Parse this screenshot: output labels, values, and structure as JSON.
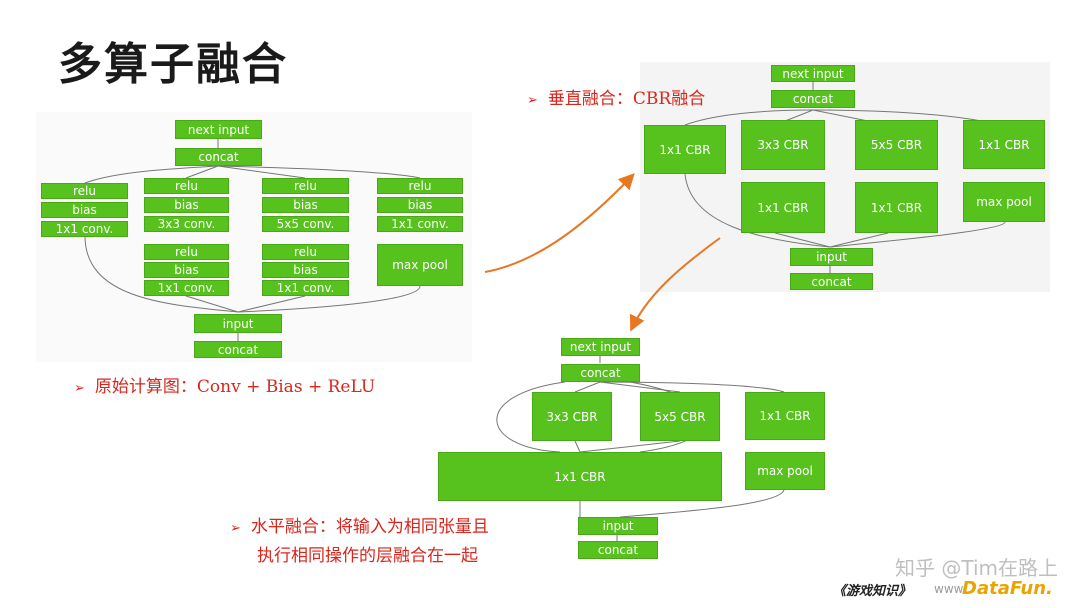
{
  "title": "多算子融合",
  "colors": {
    "box_green": "#57c21e",
    "caption_red": "#d9261c",
    "arrow_orange": "#e87722"
  },
  "left_diagram": {
    "next_input": "next input",
    "concat_top": "concat",
    "col1": [
      "relu",
      "bias",
      "1x1 conv."
    ],
    "col2_upper": [
      "relu",
      "bias",
      "3x3 conv."
    ],
    "col2_lower": [
      "relu",
      "bias",
      "1x1 conv."
    ],
    "col3_upper": [
      "relu",
      "bias",
      "5x5 conv."
    ],
    "col3_lower": [
      "relu",
      "bias",
      "1x1 conv."
    ],
    "col4_upper": [
      "relu",
      "bias",
      "1x1 conv."
    ],
    "col4_pool": "max pool",
    "input": "input",
    "concat_bottom": "concat"
  },
  "right_diagram": {
    "next_input": "next input",
    "concat_top": "concat",
    "row1": [
      "1x1 CBR",
      "3x3 CBR",
      "5x5 CBR",
      "1x1 CBR"
    ],
    "row2": [
      "1x1 CBR",
      "1x1 CBR",
      "max pool"
    ],
    "input": "input",
    "concat_bottom": "concat"
  },
  "bottom_diagram": {
    "next_input": "next input",
    "concat_top": "concat",
    "cbr_3x3": "3x3 CBR",
    "cbr_5x5": "5x5 CBR",
    "cbr_1x1_right": "1x1 CBR",
    "wide_cbr": "1x1 CBR",
    "max_pool": "max pool",
    "input": "input",
    "concat_bottom": "concat"
  },
  "captions": {
    "bullet": "➢",
    "vertical": "垂直融合：CBR融合",
    "original": "原始计算图：Conv + Bias + ReLU",
    "horizontal_line1": "水平融合：将输入为相同张量且",
    "horizontal_line2": "执行相同操作的层融合在一起"
  },
  "watermark": "知乎 @Tim在路上",
  "footer": {
    "brand_left": "《游戏知识》",
    "site": "www.",
    "brand_right": "DataFun."
  }
}
